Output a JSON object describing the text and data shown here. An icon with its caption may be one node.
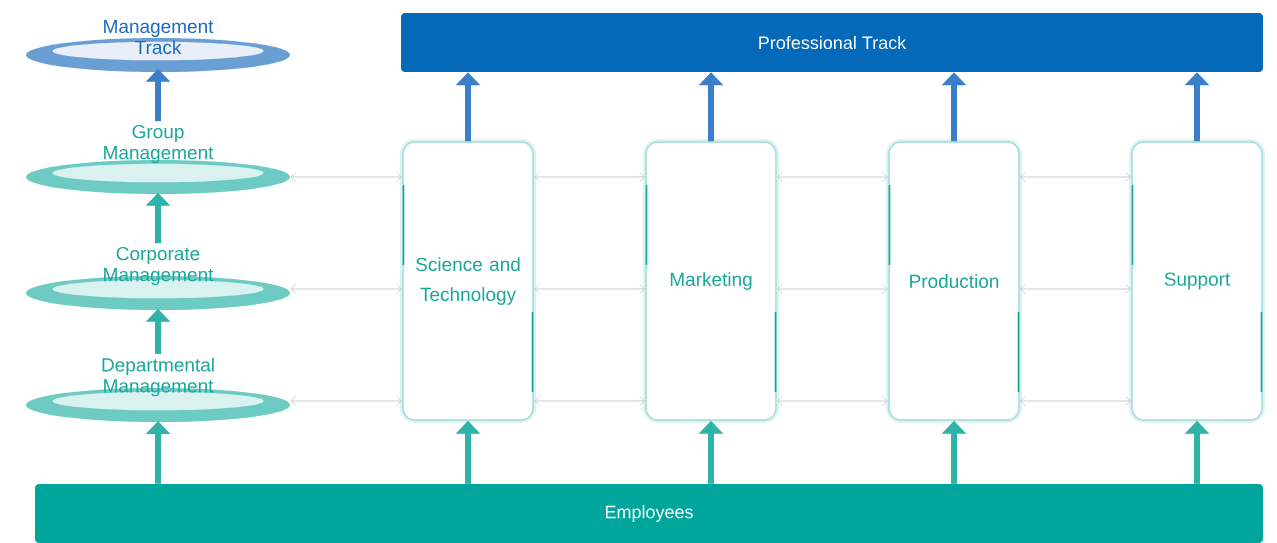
{
  "diagram": {
    "nodes": [
      {
        "text": [
          "Management Track"
        ]
      },
      {
        "text": [
          "Professional Track"
        ]
      },
      {
        "text": [
          "Group Management"
        ]
      },
      {
        "text": [
          "Corporate Management"
        ]
      },
      {
        "text": [
          "Departmental Management"
        ]
      },
      {
        "text": [
          "Science and Technology"
        ]
      },
      {
        "text": [
          "Marketing"
        ]
      },
      {
        "text": [
          "Production"
        ]
      },
      {
        "text": [
          "Support"
        ]
      },
      {
        "text": [
          "Employees"
        ]
      }
    ],
    "edges": [
      {
        "from": 9,
        "to": 4,
        "arrow": "to",
        "style": "thick",
        "color": "#2fb3a8"
      },
      {
        "from": 4,
        "to": 3,
        "arrow": "to",
        "style": "thick",
        "color": "#2fb3a8"
      },
      {
        "from": 3,
        "to": 2,
        "arrow": "to",
        "style": "thick",
        "color": "#2fb3a8"
      },
      {
        "from": 2,
        "to": 0,
        "arrow": "to",
        "style": "thick",
        "color": "#3b7fc8"
      },
      {
        "from": 9,
        "to": 5,
        "arrow": "to",
        "style": "thick",
        "color": "#2fb3a8"
      },
      {
        "from": 9,
        "to": 6,
        "arrow": "to",
        "style": "thick",
        "color": "#2fb3a8"
      },
      {
        "from": 9,
        "to": 7,
        "arrow": "to",
        "style": "thick",
        "color": "#2fb3a8"
      },
      {
        "from": 9,
        "to": 8,
        "arrow": "to",
        "style": "thick",
        "color": "#2fb3a8"
      },
      {
        "from": 5,
        "to": 1,
        "arrow": "to",
        "style": "thick",
        "color": "#3b7fc8"
      },
      {
        "from": 6,
        "to": 1,
        "arrow": "to",
        "style": "thick",
        "color": "#3b7fc8"
      },
      {
        "from": 7,
        "to": 1,
        "arrow": "to",
        "style": "thick",
        "color": "#3b7fc8"
      },
      {
        "from": 8,
        "to": 1,
        "arrow": "to",
        "style": "thick",
        "color": "#3b7fc8"
      },
      {
        "from": 2,
        "to": 5,
        "arrow": "both",
        "color": "#c8c8c8"
      },
      {
        "from": 3,
        "to": 5,
        "arrow": "both",
        "color": "#c8c8c8"
      },
      {
        "from": 4,
        "to": 5,
        "arrow": "both",
        "color": "#c8c8c8"
      },
      {
        "from": 5,
        "to": 6,
        "arrow": "both",
        "color": "#c8c8c8"
      },
      {
        "from": 5,
        "to": 6,
        "arrow": "both",
        "color": "#c8c8c8"
      },
      {
        "from": 5,
        "to": 6,
        "arrow": "both",
        "color": "#c8c8c8"
      },
      {
        "from": 6,
        "to": 7,
        "arrow": "both",
        "color": "#c8c8c8"
      },
      {
        "from": 6,
        "to": 7,
        "arrow": "both",
        "color": "#c8c8c8"
      },
      {
        "from": 6,
        "to": 7,
        "arrow": "both",
        "color": "#c8c8c8"
      },
      {
        "from": 7,
        "to": 8,
        "arrow": "both",
        "color": "#c8c8c8"
      },
      {
        "from": 7,
        "to": 8,
        "arrow": "both",
        "color": "#c8c8c8"
      },
      {
        "from": 7,
        "to": 8,
        "arrow": "both",
        "color": "#c8c8c8"
      }
    ]
  }
}
